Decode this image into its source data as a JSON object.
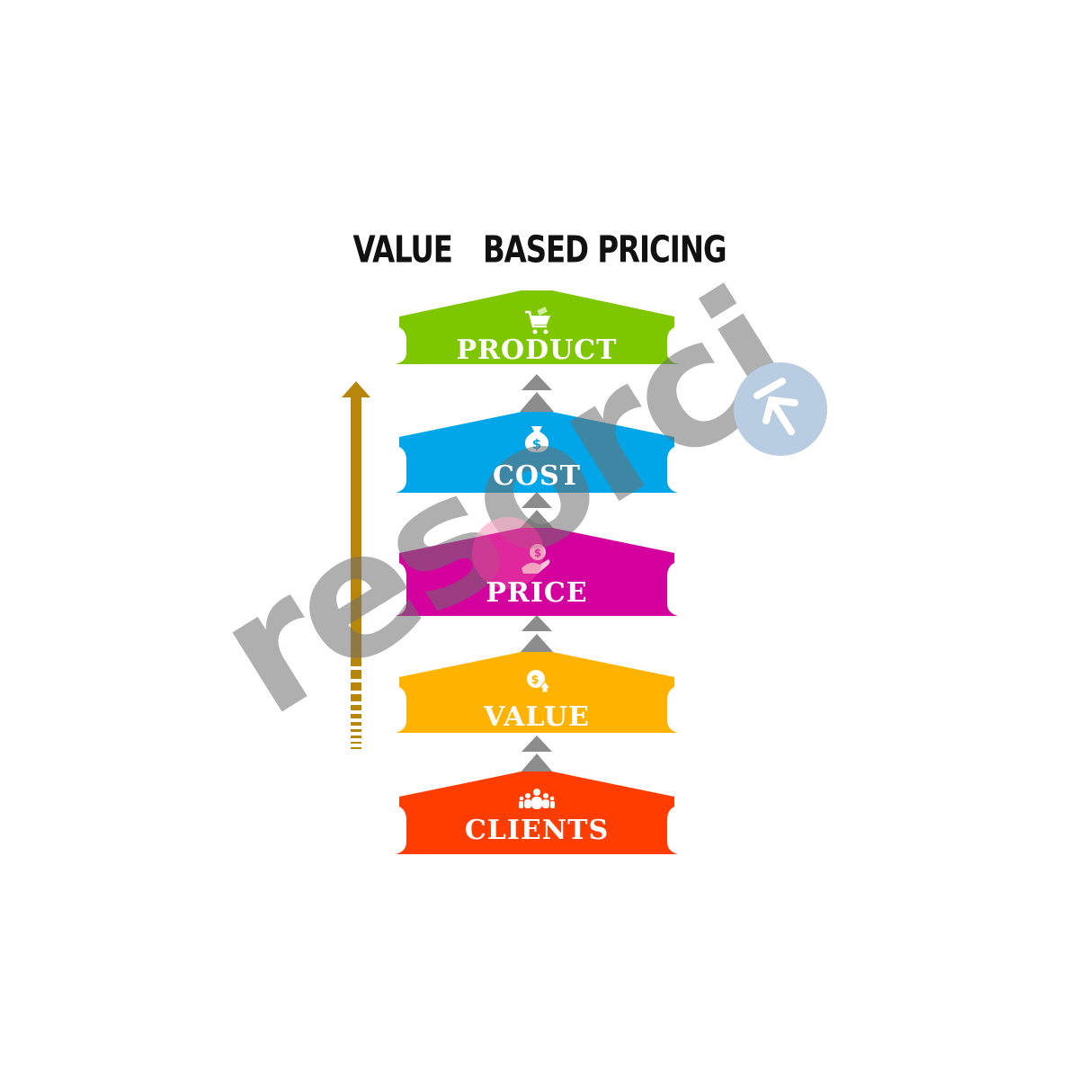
{
  "title": {
    "part1": "VALUE",
    "part2": "BASED PRICING"
  },
  "tiers": [
    {
      "label": "PRODUCT",
      "icon": "shopping-cart-icon",
      "color": "#7DC600"
    },
    {
      "label": "COST",
      "icon": "money-bag-icon",
      "color": "#00A6E8"
    },
    {
      "label": "PRICE",
      "icon": "hand-holding-coin-icon",
      "color": "#D4009E"
    },
    {
      "label": "VALUE",
      "icon": "coin-up-arrow-icon",
      "color": "#FFB300"
    },
    {
      "label": "CLIENTS",
      "icon": "people-group-icon",
      "color": "#FF3D00"
    }
  ],
  "connector_color": "#8C8C8C",
  "progress_arrow": {
    "direction": "up",
    "color": "#B8860B"
  },
  "watermark": {
    "text": "resorcio",
    "color": "#9E9E9E",
    "badge_color": "#9DB8D8"
  }
}
